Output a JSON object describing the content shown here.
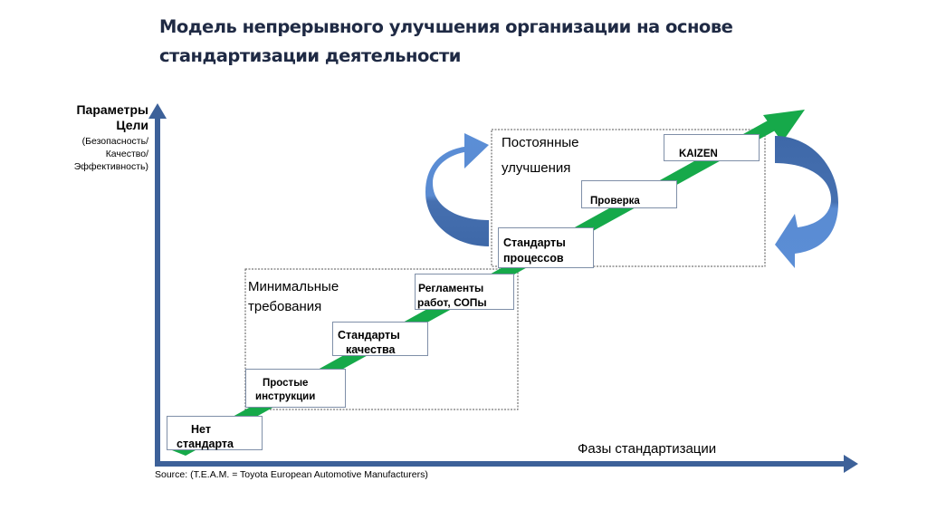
{
  "title": {
    "line1": "Модель непрерывного улучшения организации на основе",
    "line2": "стандартизации деятельности"
  },
  "y_axis": {
    "label_line1": "Параметры",
    "label_line2": "Цели",
    "sub_line1": "(Безопасность/",
    "sub_line2": "Качество/",
    "sub_line3": "Эффективность)"
  },
  "x_axis": {
    "label": "Фазы стандартизации"
  },
  "zones": [
    {
      "label_line1": "Минимальные",
      "label_line2": "требования"
    },
    {
      "label_line1": "Постоянные",
      "label_line2": "улучшения"
    }
  ],
  "steps": [
    {
      "line1": "Нет",
      "line2": "стандарта"
    },
    {
      "line1": "Простые",
      "line2": "инструкции"
    },
    {
      "line1": "Стандарты",
      "line2": "качества"
    },
    {
      "line1": "Регламенты",
      "line2": "работ, СОПы"
    },
    {
      "line1": "Стандарты",
      "line2": "процессов"
    },
    {
      "line1": "Проверка",
      "line2": ""
    },
    {
      "line1": "KAIZEN",
      "line2": ""
    }
  ],
  "source": "Source: (T.E.A.M. = Toyota European Automotive Manufacturers)",
  "colors": {
    "axis": "#3d6199",
    "progress_arrow": "#16a94a",
    "cycle_arrow_light": "#5b8ed6",
    "cycle_arrow_dark": "#3e68a8",
    "title": "#1f2a44"
  }
}
